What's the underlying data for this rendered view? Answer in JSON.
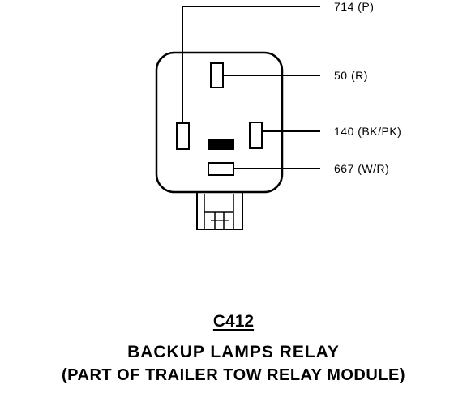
{
  "wires": [
    {
      "circuit": "714 (P)"
    },
    {
      "circuit": "50 (R)"
    },
    {
      "circuit": "140 (BK/PK)"
    },
    {
      "circuit": "667 (W/R)"
    }
  ],
  "connector": {
    "id": "C412",
    "name": "BACKUP LAMPS RELAY",
    "note": "(PART OF TRAILER TOW RELAY MODULE)"
  }
}
